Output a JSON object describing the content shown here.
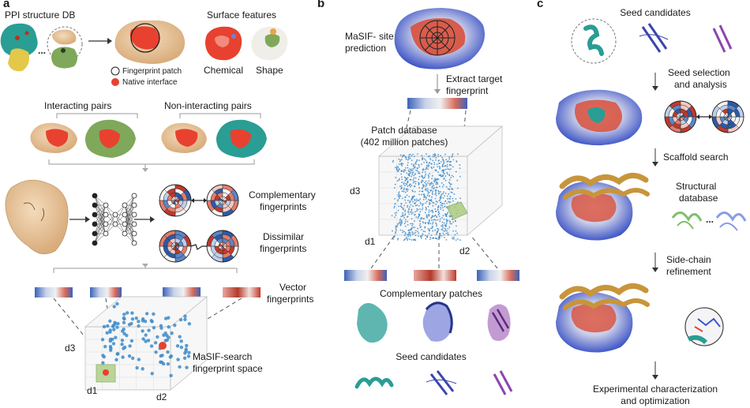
{
  "panels": [
    "a",
    "b",
    "c"
  ],
  "a": {
    "ppi_db": "PPI structure DB",
    "ellipsis": "...",
    "surface_features": "Surface features",
    "legend_patch": "Fingerprint patch",
    "legend_interface": "Native interface",
    "chemical": "Chemical",
    "shape": "Shape",
    "interacting": "Interacting pairs",
    "non_interacting": "Non-interacting pairs",
    "complementary": [
      "Complementary",
      "fingerprints"
    ],
    "dissimilar": [
      "Dissimilar",
      "fingerprints"
    ],
    "vector": [
      "Vector",
      "fingerprints"
    ],
    "space": [
      "MaSIF-search",
      "fingerprint space"
    ],
    "axes": [
      "d1",
      "d2",
      "d3"
    ]
  },
  "b": {
    "site": [
      "MaSIF-",
      "site",
      "prediction"
    ],
    "extract": [
      "Extract target",
      "fingerprint"
    ],
    "patch_db": [
      "Patch database",
      "(402 million patches)"
    ],
    "axes": [
      "d1",
      "d2",
      "d3"
    ],
    "complementary_patches": "Complementary patches",
    "seed_candidates": "Seed candidates"
  },
  "c": {
    "seed_candidates": "Seed candidates",
    "seed_selection": [
      "Seed selection",
      "and analysis"
    ],
    "scaffold": "Scaffold search",
    "structural_db": [
      "Structural",
      "database"
    ],
    "ellipsis": "...",
    "sidechain": [
      "Side-chain",
      "refinement"
    ],
    "experimental": [
      "Experimental characterization",
      "and optimization"
    ]
  },
  "colors": {
    "tan": "#e8c8a0",
    "interface_red": "#e8412f",
    "green": "#7fa85a",
    "teal": "#2a9d95",
    "blue_surface": "#3a55c8",
    "purple": "#9b59b6",
    "gold": "#c8953a",
    "point_blue": "#3d8bc9"
  }
}
